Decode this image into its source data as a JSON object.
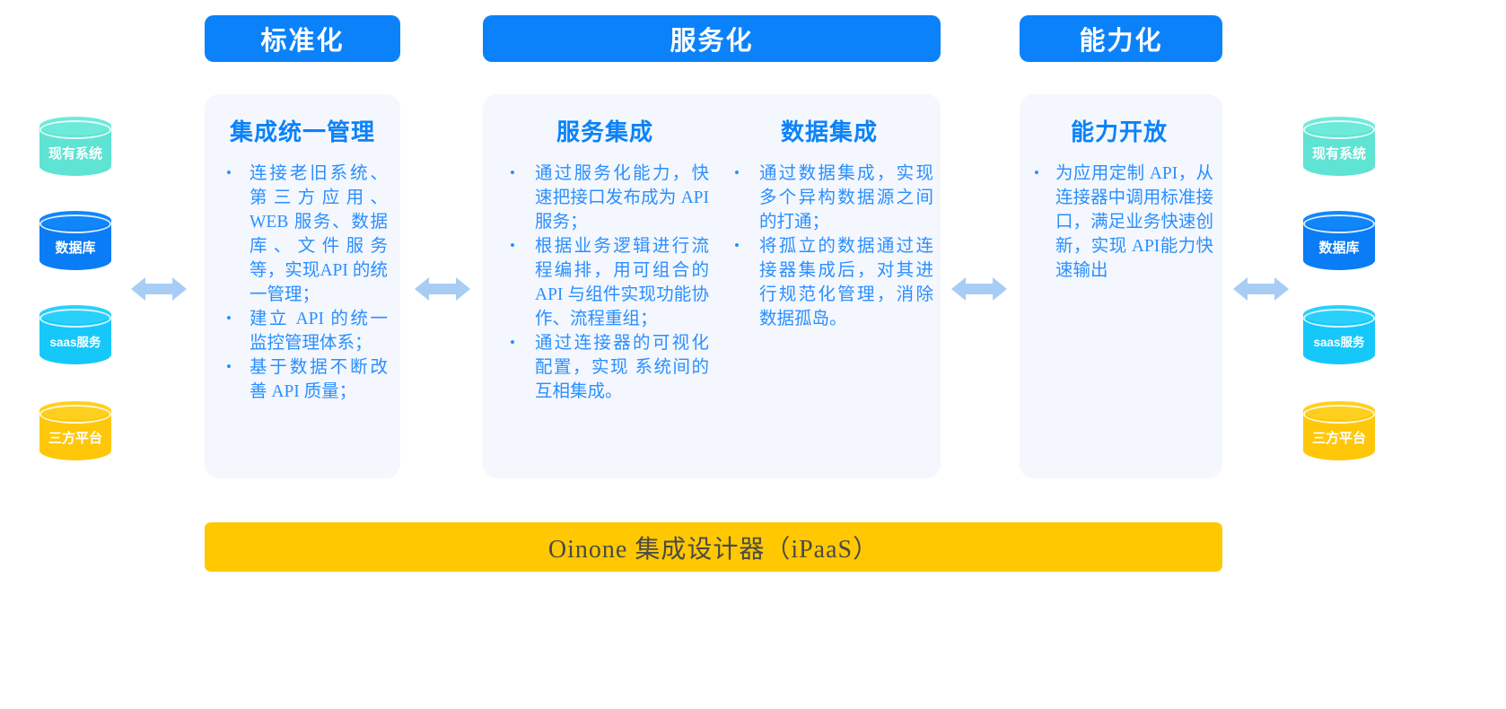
{
  "headers": [
    {
      "label": "标准化"
    },
    {
      "label": "服务化"
    },
    {
      "label": "能力化"
    }
  ],
  "columns": [
    {
      "title": "集成统一管理",
      "bullets": [
        "连接老旧系统、第三方应用、WEB 服务、数据库、文件服务等，实现API 的统一管理；",
        "建立 API 的统一监控管理体系；",
        "基于数据不断改善 API 质量；"
      ]
    },
    {
      "title": "服务集成",
      "bullets": [
        "通过服务化能力，快速把接口发布成为 API 服务；",
        "根据业务逻辑进行流程编排，用可组合的 API 与组件实现功能协作、流程重组；",
        "通过连接器的可视化配置，实现 系统间的互相集成。"
      ]
    },
    {
      "title": "数据集成",
      "bullets": [
        "通过数据集成，实现多个异构数据源之间的打通；",
        "将孤立的数据通过连接器集成后，对其进行规范化管理，消除数据孤岛。"
      ]
    },
    {
      "title": "能力开放",
      "bullets": [
        "为应用定制 API，从连接器中调用标准接口，满足业务快速创新，实现 API能力快速输出"
      ]
    }
  ],
  "sources_left": [
    {
      "label": "现有系统",
      "color": "#5fe3d2"
    },
    {
      "label": "数据库",
      "color": "#0a7cf5"
    },
    {
      "label": "saas服务",
      "color": "#16c8fa"
    },
    {
      "label": "三方平台",
      "color": "#ffc709"
    }
  ],
  "sources_right": [
    {
      "label": "现有系统",
      "color": "#5fe3d2"
    },
    {
      "label": "数据库",
      "color": "#0a7cf5"
    },
    {
      "label": "saas服务",
      "color": "#16c8fa"
    },
    {
      "label": "三方平台",
      "color": "#ffc709"
    }
  ],
  "arrows": [
    {
      "name": "arrow-sources-to-standardization"
    },
    {
      "name": "arrow-standardization-to-service"
    },
    {
      "name": "arrow-service-to-capability"
    },
    {
      "name": "arrow-capability-to-consumers"
    }
  ],
  "footer": {
    "label": "Oinone 集成设计器（iPaaS）",
    "color": "#ffc800"
  },
  "theme": {
    "accent_blue": "#0b82fa",
    "text_blue": "#2a8fff",
    "panel_bg": "#f4f7fd",
    "arrow_blue": "#a8cdf5"
  }
}
